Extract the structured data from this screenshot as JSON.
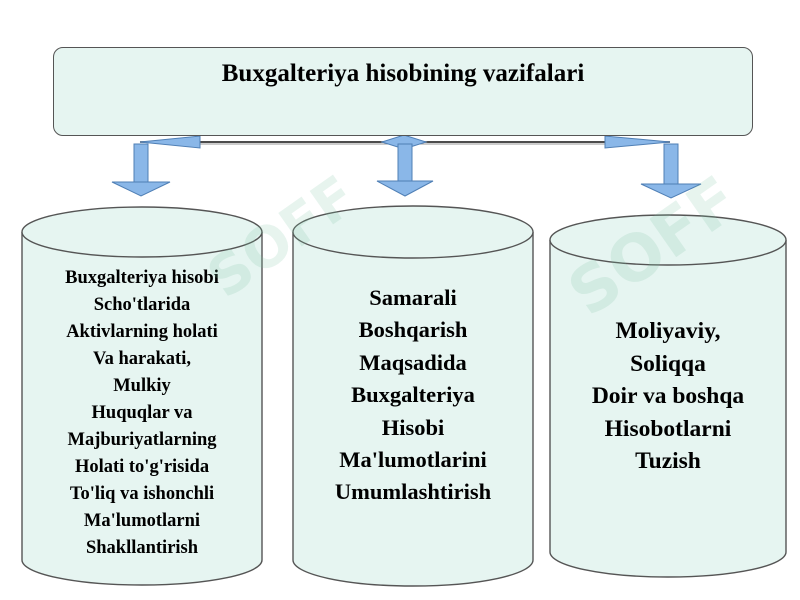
{
  "title": "Buxgalteriya hisobining vazifalari",
  "columns": [
    {
      "lines": [
        "Buxgalteriya hisobi",
        "Scho'tlarida",
        "Aktivlarning holati",
        "Va harakati,",
        "Mulkiy",
        "Huquqlar va",
        "Majburiyatlarning",
        "Holati to'g'risida",
        "To'liq va ishonchli",
        "Ma'lumotlarni",
        "Shakllantirish"
      ]
    },
    {
      "lines": [
        "Samarali",
        "Boshqarish",
        "Maqsadida",
        "Buxgalteriya",
        "Hisobi",
        "Ma'lumotlarini",
        "Umumlashtirish"
      ]
    },
    {
      "lines": [
        "Moliyaviy,",
        "Soliqqa",
        "Doir va boshqa",
        "Hisobotlarni",
        "Tuzish"
      ]
    }
  ],
  "watermark": "SOFF",
  "colors": {
    "title_fill": "#e6f5f1",
    "cylinder_fill": "#e6f5f1",
    "outline": "#555555",
    "arrow_fill": "#8ab7e8",
    "arrow_stroke": "#4f7fb5",
    "connector": "#111111"
  }
}
